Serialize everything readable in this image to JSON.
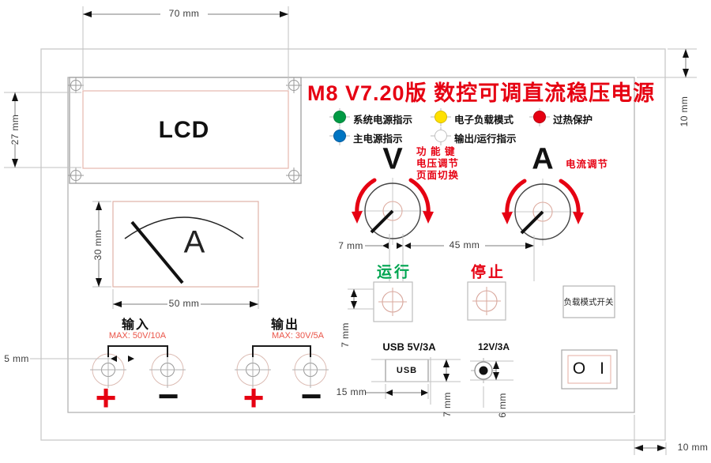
{
  "title": "M8  V7.20版 数控可调直流稳压电源",
  "legend": {
    "items": [
      {
        "label": "系统电源指示",
        "color": "#009a44"
      },
      {
        "label": "主电源指示",
        "color": "#0075c2"
      },
      {
        "label": "电子负载模式",
        "color": "#ffe100"
      },
      {
        "label": "输出/运行指示",
        "color": "#ffffff"
      },
      {
        "label": "过热保护",
        "color": "#e60012"
      }
    ]
  },
  "display": {
    "label": "LCD"
  },
  "meter": {
    "label": "A"
  },
  "knobs": {
    "voltage": {
      "label": "V",
      "note1": "功 能 键",
      "note2": "电压调节",
      "note3": "页面切换"
    },
    "current": {
      "label": "A",
      "note": "电流调节"
    }
  },
  "buttons": {
    "run": "运行",
    "stop": "停止",
    "load_mode": "负载模式开关"
  },
  "power_switch": {
    "off": "O",
    "on": "I"
  },
  "terminals": {
    "input": {
      "label": "输入",
      "max": "MAX: 50V/10A",
      "plus": "+",
      "minus": "−"
    },
    "output": {
      "label": "输出",
      "max": "MAX: 30V/5A",
      "plus": "+",
      "minus": "−"
    }
  },
  "ports": {
    "usb": {
      "title": "USB 5V/3A",
      "label": "USB"
    },
    "dc": {
      "title": "12V/3A"
    }
  },
  "dimensions": {
    "lcd_width": "70 mm",
    "lcd_height": "27 mm",
    "margin_top_right": "10 mm",
    "margin_bottom_right": "10 mm",
    "meter_height": "30 mm",
    "meter_width": "50 mm",
    "knob_shaft": "7 mm",
    "knob_spacing": "45 mm",
    "run_button_height": "7 mm",
    "terminal_hole": "5 mm",
    "usb_width": "15 mm",
    "usb_height": "7 mm",
    "dc_height": "6 mm"
  }
}
